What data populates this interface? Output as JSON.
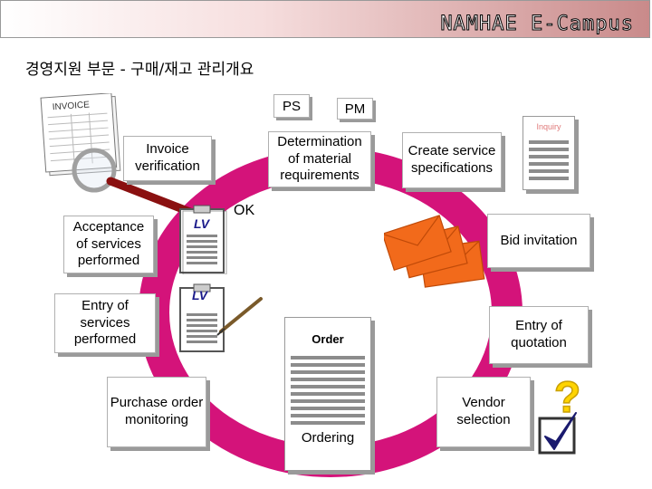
{
  "header": {
    "brand": "NAMHAE E-Campus",
    "title": "경영지원 부문 - 구매/재고 관리개요"
  },
  "roles": {
    "ps": "PS",
    "pm": "PM"
  },
  "invoice_doc": {
    "label": "INVOICE"
  },
  "inquiry_doc": {
    "label": "Inquiry"
  },
  "steps": {
    "determination": "Determination of material requirements",
    "create_service": "Create service specifications",
    "invoice_verification": "Invoice verification",
    "acceptance": "Acceptance of services performed",
    "bid_invitation": "Bid invitation",
    "entry_services": "Entry of services performed",
    "entry_quotation": "Entry of quotation",
    "purchase_monitoring": "Purchase order monitoring",
    "vendor_selection": "Vendor selection",
    "ordering": "Ordering"
  },
  "labels": {
    "ok": "OK",
    "lv1": "LV",
    "lv2": "LV",
    "order": "Order",
    "question": "?"
  },
  "colors": {
    "cycle": "#d4137a",
    "envelope": "#f26a1b",
    "header_grad_end": "#c98a8a",
    "check": "#1a1a6e"
  },
  "icons": [
    "invoice-document-icon",
    "magnifier-icon",
    "clipboard-icon",
    "pen-icon",
    "envelope-icon",
    "checkbox-icon"
  ]
}
